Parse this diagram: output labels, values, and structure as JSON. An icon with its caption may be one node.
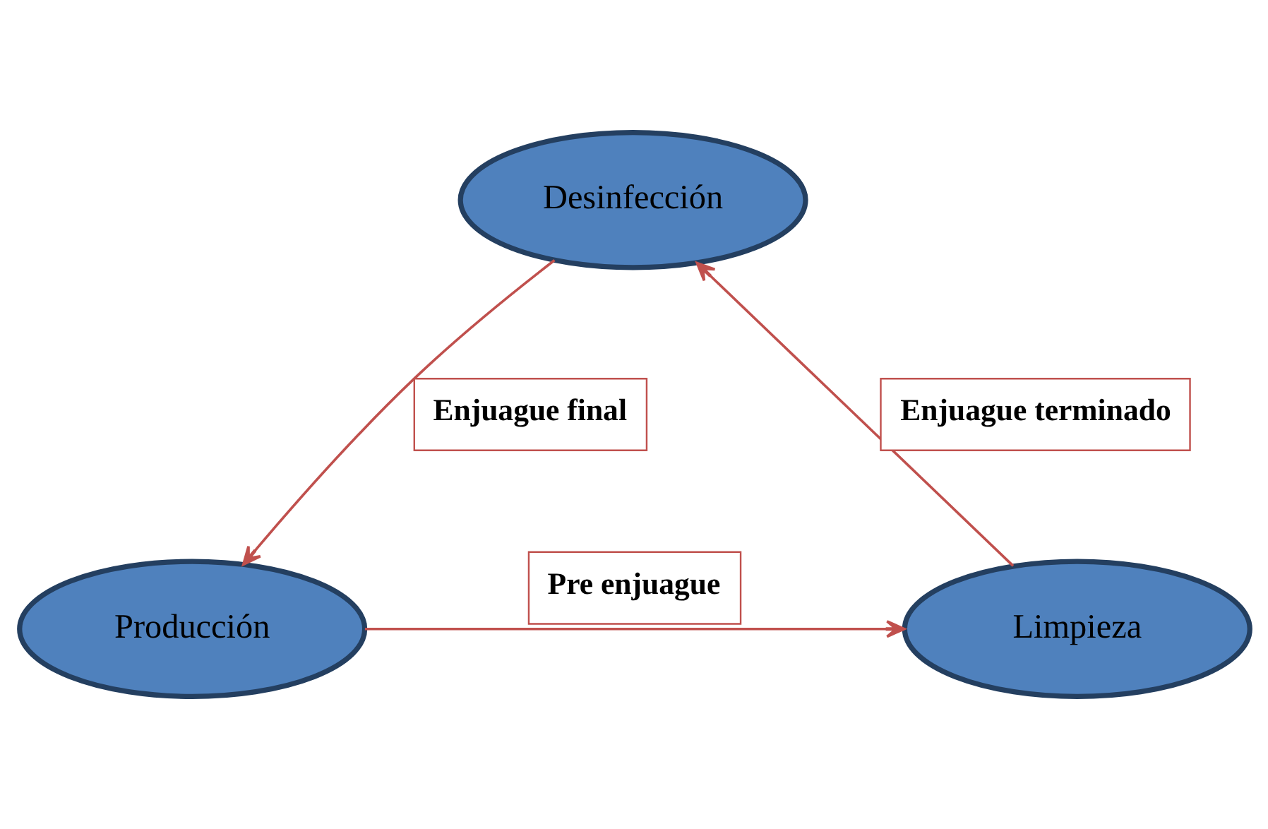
{
  "diagram": {
    "nodes": [
      {
        "text": [
          "Desinfección"
        ]
      },
      {
        "text": [
          "Limpieza"
        ]
      },
      {
        "text": [
          "Producción"
        ]
      }
    ],
    "edges": [
      {
        "from": 1,
        "to": 0,
        "arrow": "to",
        "label": "Enjuague terminado"
      },
      {
        "from": 0,
        "to": 2,
        "arrow": "to",
        "label": "Enjuague final"
      },
      {
        "from": 2,
        "to": 1,
        "arrow": "to",
        "label": "Pre enjuague"
      }
    ]
  }
}
